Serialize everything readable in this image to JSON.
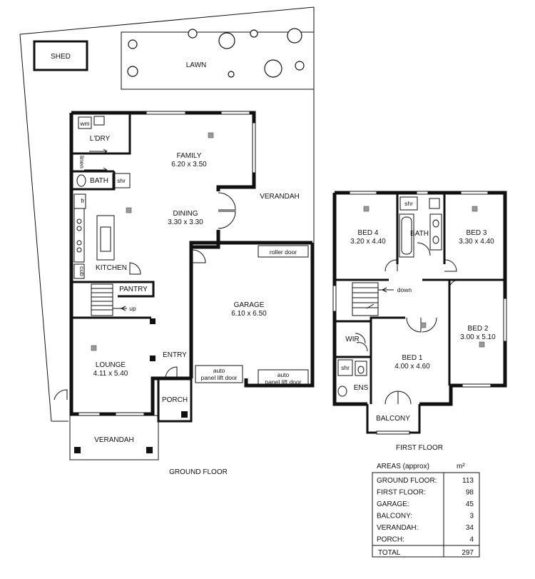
{
  "outdoor": {
    "shed": "SHED",
    "lawn": "LAWN"
  },
  "ground_floor": {
    "title": "GROUND FLOOR",
    "wm": "wm",
    "laundry": "L'DRY",
    "linen": "linen",
    "bath": "BATH",
    "shr": "shr",
    "fr": "fr",
    "cub": "cub",
    "kitchen": "KITCHEN",
    "pantry": "PANTRY",
    "up": "up",
    "family": "FAMILY",
    "family_dim": "6.20 x 3.50",
    "dining": "DINING",
    "dining_dim": "3.30 x 3.30",
    "verandah_side": "VERANDAH",
    "roller_door": "roller door",
    "garage": "GARAGE",
    "garage_dim": "6.10 x 6.50",
    "lounge": "LOUNGE",
    "lounge_dim": "4.11 x 5.40",
    "entry": "ENTRY",
    "porch": "PORCH",
    "auto_door_1_a": "auto",
    "auto_door_1_b": "panel lift door",
    "auto_door_2_a": "auto",
    "auto_door_2_b": "panel lift door",
    "verandah_front": "VERANDAH"
  },
  "first_floor": {
    "title": "FIRST FLOOR",
    "shr": "shr",
    "bed4": "BED 4",
    "bed4_dim": "3.20 x 4.40",
    "bath": "BATH",
    "bed3": "BED 3",
    "bed3_dim": "3.30 x 4.40",
    "down": "down",
    "bed2": "BED 2",
    "bed2_dim": "3.00 x 5.10",
    "wir": "WIR",
    "ens_shr": "shr",
    "ens": "ENS",
    "bed1": "BED 1",
    "bed1_dim": "4.00 x 4.60",
    "balcony": "BALCONY"
  },
  "areas": {
    "title": "AREAS (approx)",
    "unit": "m²",
    "rows": [
      {
        "label": "GROUND FLOOR:",
        "value": "113"
      },
      {
        "label": "FIRST FLOOR:",
        "value": "98"
      },
      {
        "label": "GARAGE:",
        "value": "45"
      },
      {
        "label": "BALCONY:",
        "value": "3"
      },
      {
        "label": "VERANDAH:",
        "value": "34"
      },
      {
        "label": "PORCH:",
        "value": "4"
      }
    ],
    "total_label": "TOTAL",
    "total_value": "297"
  }
}
